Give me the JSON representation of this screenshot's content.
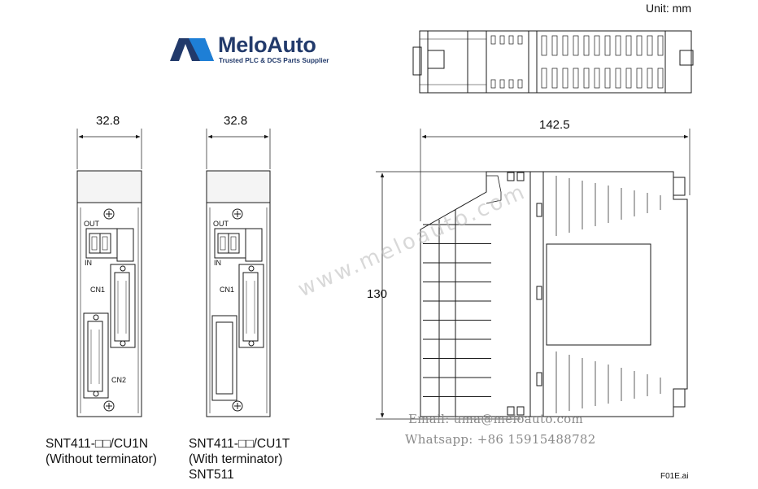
{
  "unit_label": "Unit: mm",
  "brand": {
    "name": "MeloAuto",
    "tagline": "Trusted PLC & DCS Parts Supplier"
  },
  "dimensions": {
    "width_left": "32.8",
    "width_middle": "32.8",
    "depth": "142.5",
    "height": "130"
  },
  "connector_labels": {
    "out": "OUT",
    "in": "IN",
    "cn1": "CN1",
    "cn2": "CN2"
  },
  "captions": {
    "left_line1": "SNT411-□□/CU1N",
    "left_line2": "(Without terminator)",
    "middle_line1": "SNT411-□□/CU1T",
    "middle_line2": "(With terminator)",
    "middle_line3": "SNT511"
  },
  "contact": {
    "email": "Email: uma@meloauto.com",
    "whatsapp": "Whatsapp: +86 15915488782"
  },
  "watermark": "www.meloauto.com",
  "file_id": "F01E.ai",
  "colors": {
    "line": "#1a1a1a",
    "brand": "#223a6b",
    "brand_accent": "#1e7fd6"
  }
}
